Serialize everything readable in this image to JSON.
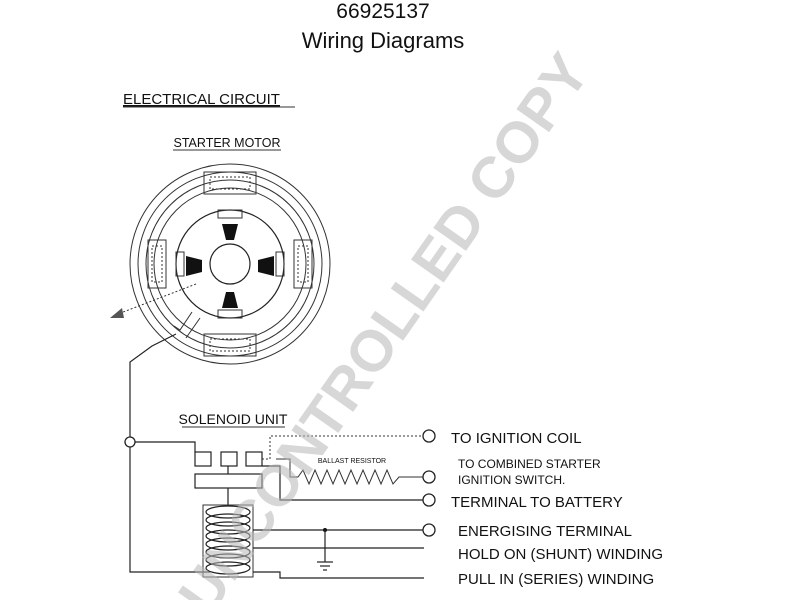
{
  "header": {
    "part_number": "66925137",
    "title": "Wiring Diagrams"
  },
  "diagram": {
    "heading": "ELECTRICAL CIRCUIT",
    "starter_motor_label": "STARTER MOTOR",
    "solenoid_label": "SOLENOID UNIT",
    "ballast_resistor_label": "BALLAST RESISTOR",
    "terminals": [
      {
        "line1": "TO IGNITION COIL",
        "line2": ""
      },
      {
        "line1": "TO COMBINED STARTER",
        "line2": "IGNITION SWITCH."
      },
      {
        "line1": "TERMINAL TO BATTERY",
        "line2": ""
      },
      {
        "line1": "ENERGISING TERMINAL",
        "line2": ""
      },
      {
        "line1": "HOLD ON (SHUNT) WINDING",
        "line2": ""
      },
      {
        "line1": "PULL IN (SERIES) WINDING",
        "line2": ""
      }
    ]
  },
  "watermark": "UNCONTROLLED COPY",
  "colors": {
    "ink": "#111111",
    "watermark": "#b8b8b8",
    "background": "#ffffff"
  }
}
